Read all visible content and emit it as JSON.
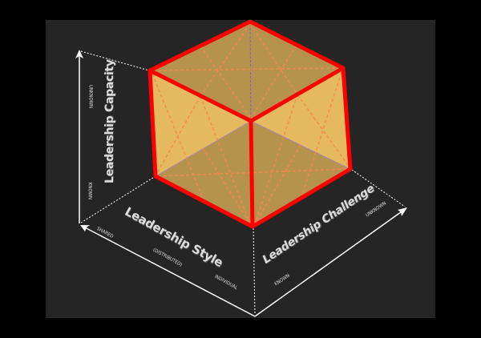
{
  "diagram": {
    "axes": {
      "vertical": {
        "title": "Leadership Capacity",
        "low_label": "KNOWN",
        "high_label": "UNKNOWN"
      },
      "left": {
        "title": "Leadership Style",
        "sub_label": "(DISTRIBUTED)",
        "far_label": "SHARED",
        "near_label": "INDIVIDUAL"
      },
      "right": {
        "title": "Leadership Challenge",
        "near_label": "KNOWN",
        "far_label": "UNKNOWN"
      }
    },
    "colors": {
      "background": "#000000",
      "panel": "#252525",
      "cube_edge": "#ff0000",
      "cube_face_light": "#e4b960",
      "cube_face_dark": "#b6924f",
      "dashes": "#f28a50",
      "axis": "#ffffff"
    }
  }
}
